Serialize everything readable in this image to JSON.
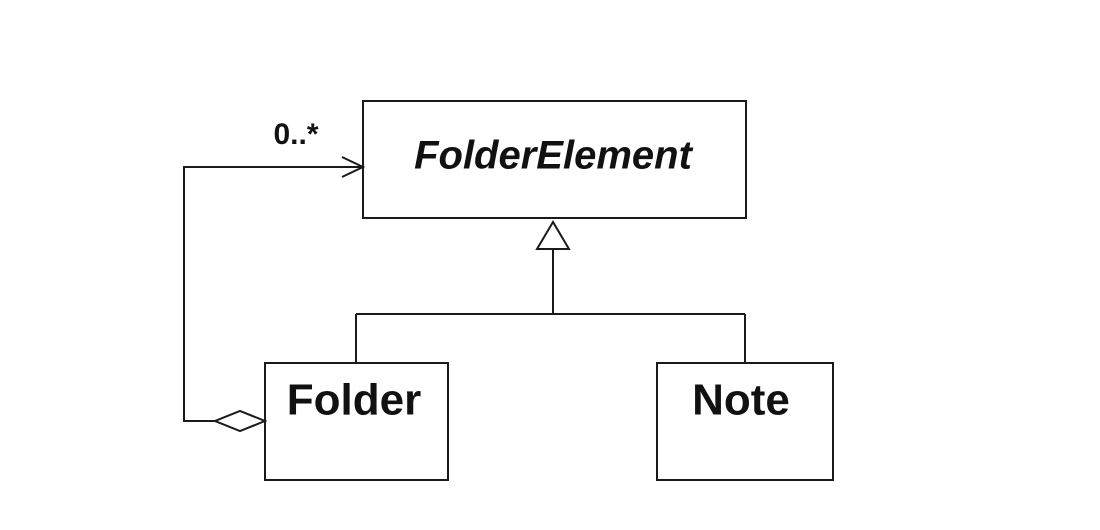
{
  "diagram": {
    "classes": {
      "folder_element": "FolderElement",
      "folder": "Folder",
      "note": "Note"
    },
    "association": {
      "multiplicity": "0..*"
    },
    "colors": {
      "stroke": "#1a1a1a",
      "background": "#ffffff",
      "text": "#111111"
    }
  }
}
